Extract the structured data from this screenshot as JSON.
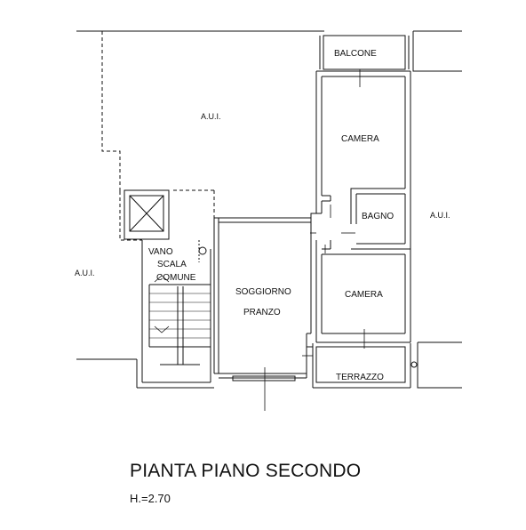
{
  "rooms": {
    "balcone": "BALCONE",
    "camera_top": "CAMERA",
    "bagno": "BAGNO",
    "camera_bottom": "CAMERA",
    "soggiorno": "SOGGIORNO",
    "pranzo": "PRANZO",
    "terrazzo": "TERRAZZO",
    "vano": "VANO",
    "scala": "SCALA",
    "comune": "COMUNE"
  },
  "aui": {
    "top": "A.U.I.",
    "right": "A.U.I.",
    "left": "A.U.I."
  },
  "title": "PIANTA PIANO SECONDO",
  "height_label": "H.=2.70"
}
